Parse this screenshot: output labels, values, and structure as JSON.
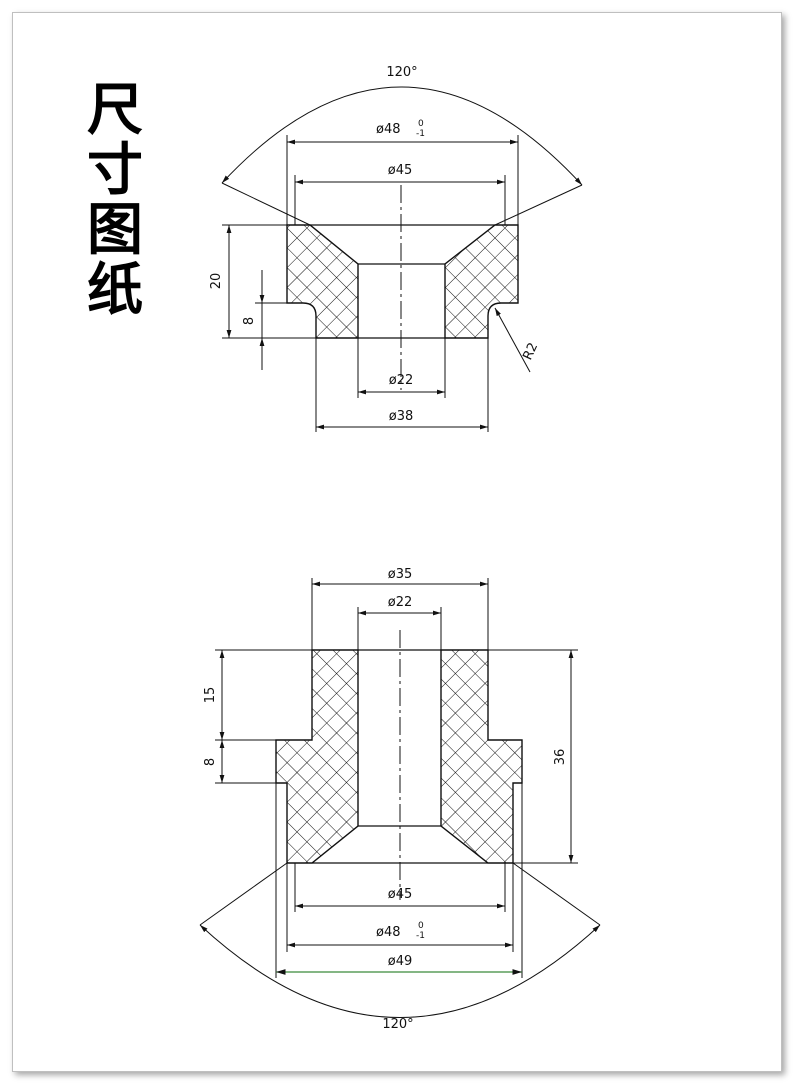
{
  "title_chars": [
    "尺",
    "寸",
    "图",
    "纸"
  ],
  "drawing_top": {
    "angle": "120°",
    "dia_outer": "ø48",
    "tol_outer_upper": "0",
    "tol_outer_lower": "-1",
    "dia_chamfer": "ø45",
    "height_total": "20",
    "height_step": "8",
    "radius": "R2",
    "dia_bore": "ø22",
    "dia_shoulder": "ø38"
  },
  "drawing_bottom": {
    "dia_top": "ø35",
    "dia_bore": "ø22",
    "height_upper": "15",
    "height_step": "8",
    "height_total": "36",
    "dia_chamfer": "ø45",
    "dia_outer": "ø48",
    "tol_outer_upper": "0",
    "tol_outer_lower": "-1",
    "dia_flange": "ø49",
    "angle": "120°"
  }
}
